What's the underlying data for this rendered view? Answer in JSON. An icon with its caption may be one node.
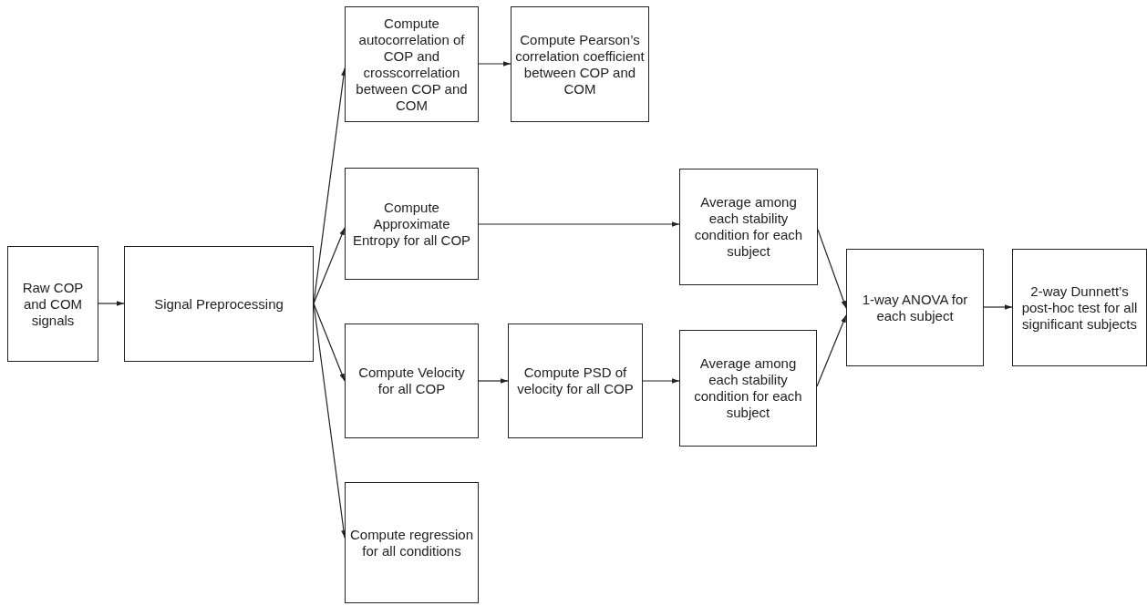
{
  "diagram": {
    "nodes": [
      {
        "text": [
          "Raw COP and COM signals"
        ]
      },
      {
        "text": [
          "Signal Preprocessing"
        ]
      },
      {
        "text": [
          "Compute autocorrelation of COP and crosscorrelation between COP and COM"
        ]
      },
      {
        "text": [
          "Compute Pearson’s correlation coefficient between COP and COM"
        ]
      },
      {
        "text": [
          "Compute Approximate Entropy for all COP"
        ]
      },
      {
        "text": [
          "Average among each stability condition for each subject"
        ]
      },
      {
        "text": [
          "Compute Velocity for all COP"
        ]
      },
      {
        "text": [
          "Compute PSD of velocity for all COP"
        ]
      },
      {
        "text": [
          "Average among each stability condition for each subject"
        ]
      },
      {
        "text": [
          "1-way ANOVA for each subject"
        ]
      },
      {
        "text": [
          "2-way Dunnett’s post-hoc test for all significant subjects"
        ]
      },
      {
        "text": [
          "Compute regression for all conditions"
        ]
      }
    ],
    "edges": [
      {
        "from": 0,
        "to": 1,
        "arrow": "to"
      },
      {
        "from": 1,
        "to": 2,
        "arrow": "to"
      },
      {
        "from": 1,
        "to": 4,
        "arrow": "to"
      },
      {
        "from": 1,
        "to": 6,
        "arrow": "to"
      },
      {
        "from": 1,
        "to": 11,
        "arrow": "to"
      },
      {
        "from": 2,
        "to": 3,
        "arrow": "to"
      },
      {
        "from": 4,
        "to": 5,
        "arrow": "to"
      },
      {
        "from": 6,
        "to": 7,
        "arrow": "to"
      },
      {
        "from": 7,
        "to": 8,
        "arrow": "to"
      },
      {
        "from": 5,
        "to": 9,
        "arrow": "to"
      },
      {
        "from": 8,
        "to": 9,
        "arrow": "to"
      },
      {
        "from": 9,
        "to": 10,
        "arrow": "to"
      }
    ]
  }
}
